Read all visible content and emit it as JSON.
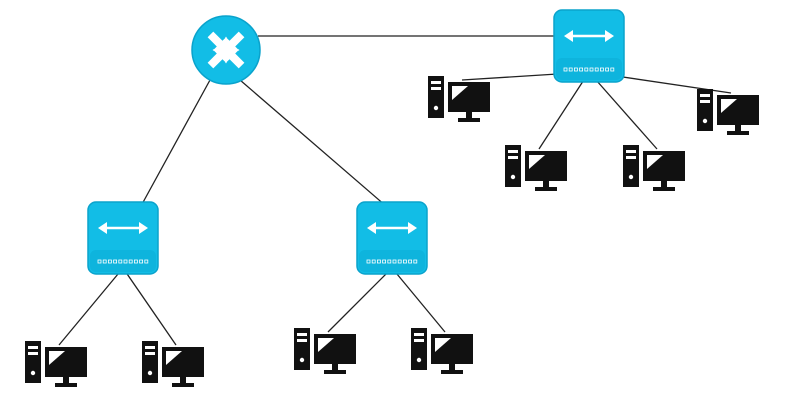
{
  "colors": {
    "device_fill": "#12bde6",
    "device_edge": "#0aa3cc",
    "device_highlight": "#6fdcf5",
    "computer": "#111111",
    "screen_gloss": "#ffffff",
    "link": "#222222",
    "background": "#ffffff"
  },
  "icons": {
    "router": "router-icon",
    "switch": "switch-icon",
    "computer": "computer-icon"
  },
  "nodes": [
    {
      "id": "router-1",
      "type": "router"
    },
    {
      "id": "switch-top-right",
      "type": "switch"
    },
    {
      "id": "switch-left",
      "type": "switch"
    },
    {
      "id": "switch-middle",
      "type": "switch"
    },
    {
      "id": "pc-1",
      "type": "computer"
    },
    {
      "id": "pc-2",
      "type": "computer"
    },
    {
      "id": "pc-3",
      "type": "computer"
    },
    {
      "id": "pc-4",
      "type": "computer"
    },
    {
      "id": "pc-5",
      "type": "computer"
    },
    {
      "id": "pc-6",
      "type": "computer"
    },
    {
      "id": "pc-7",
      "type": "computer"
    },
    {
      "id": "pc-8",
      "type": "computer"
    }
  ],
  "links": [
    {
      "from": "router-1",
      "to": "switch-top-right"
    },
    {
      "from": "router-1",
      "to": "switch-left"
    },
    {
      "from": "router-1",
      "to": "switch-middle"
    },
    {
      "from": "switch-top-right",
      "to": "pc-1"
    },
    {
      "from": "switch-top-right",
      "to": "pc-2"
    },
    {
      "from": "switch-top-right",
      "to": "pc-3"
    },
    {
      "from": "switch-top-right",
      "to": "pc-4"
    },
    {
      "from": "switch-left",
      "to": "pc-5"
    },
    {
      "from": "switch-left",
      "to": "pc-6"
    },
    {
      "from": "switch-middle",
      "to": "pc-7"
    },
    {
      "from": "switch-middle",
      "to": "pc-8"
    }
  ]
}
